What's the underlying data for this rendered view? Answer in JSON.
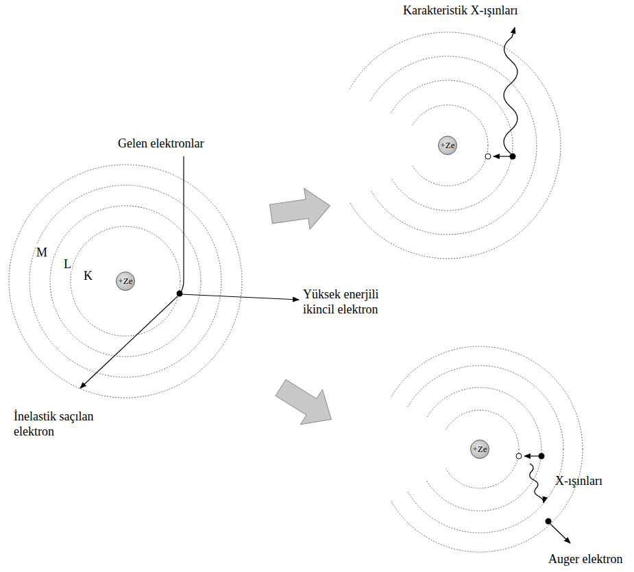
{
  "diagram": {
    "nodes": [
      {
        "text": [
          "+Ze"
        ]
      },
      {
        "text": [
          "+Ze"
        ]
      },
      {
        "text": [
          "+Ze"
        ]
      }
    ],
    "labels": [
      "Karakteristik X-ışınları",
      "Gelen elektronlar",
      "M",
      "L",
      "K",
      "Yüksek enerjili ikincil elektron",
      "İnelastik saçılan elektron",
      "X-ışınları",
      "Auger elektron"
    ]
  }
}
